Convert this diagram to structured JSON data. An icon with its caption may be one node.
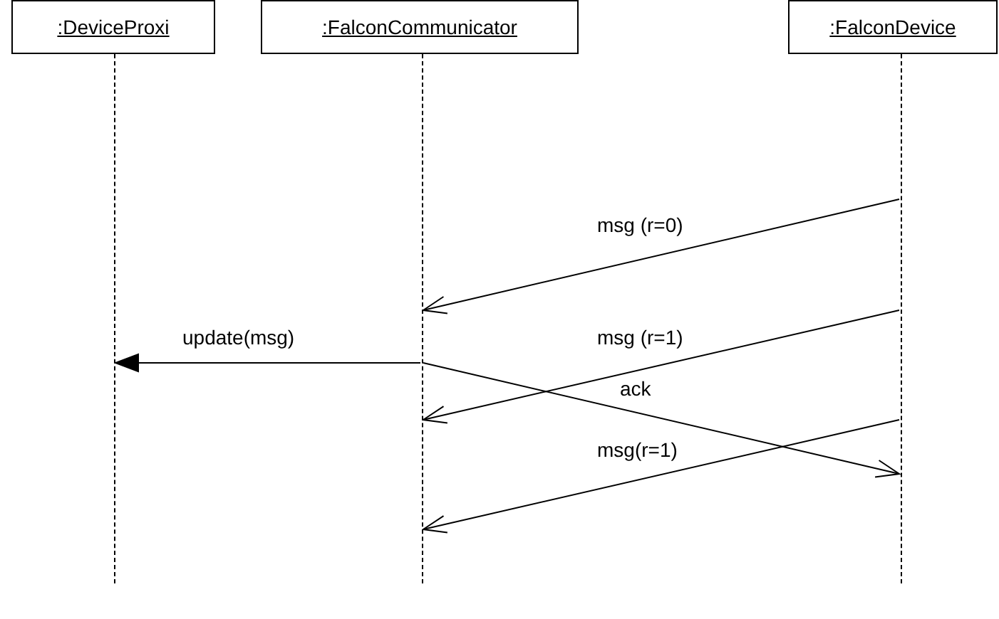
{
  "diagram": {
    "nodes": [
      {
        "text": [
          ":DeviceProxi"
        ]
      },
      {
        "text": [
          ":FalconCommunicator"
        ]
      },
      {
        "text": [
          ":FalconDevice"
        ]
      },
      {
        "text": [],
        "shape": "line"
      },
      {
        "text": [],
        "shape": "line"
      },
      {
        "text": [],
        "shape": "line"
      }
    ],
    "edges": [
      {
        "from": 5,
        "to": 4,
        "arrow": "to",
        "label": "msg (r=0)"
      },
      {
        "from": 4,
        "to": 3,
        "arrow": "to",
        "label": "update(msg)"
      },
      {
        "from": 5,
        "to": 4,
        "arrow": "to",
        "label": "msg (r=1)"
      },
      {
        "from": 4,
        "to": 5,
        "arrow": "to",
        "label": "ack"
      },
      {
        "from": 5,
        "to": 4,
        "arrow": "to",
        "label": "msg(r=1)"
      }
    ]
  }
}
